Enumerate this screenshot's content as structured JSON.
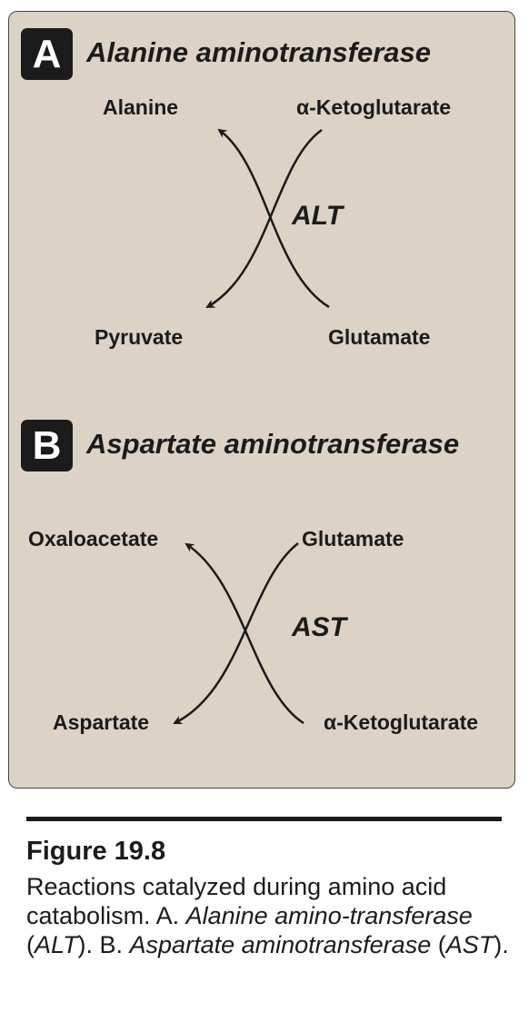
{
  "panel_a": {
    "badge": "A",
    "title": "Alanine aminotransferase",
    "top_left": "Alanine",
    "top_right": "α-Ketoglutarate",
    "enzyme": "ALT",
    "bottom_left": "Pyruvate",
    "bottom_right": "Glutamate"
  },
  "panel_b": {
    "badge": "B",
    "title": "Aspartate aminotransferase",
    "top_left": "Oxaloacetate",
    "top_right": "Glutamate",
    "enzyme": "AST",
    "bottom_left": "Aspartate",
    "bottom_right": "α-Ketoglutarate"
  },
  "figure": {
    "label": "Figure 19.8",
    "caption_1": "Reactions catalyzed during amino acid catabolism. A. ",
    "caption_2": "Alanine amino-transferase",
    "caption_3": " (",
    "caption_4": "ALT",
    "caption_5": "). B. ",
    "caption_6": "Aspartate aminotransferase",
    "caption_7": " (",
    "caption_8": "AST",
    "caption_9": ")."
  },
  "colors": {
    "panel_bg": "#dcd3c6",
    "ink": "#1b1b1b"
  }
}
